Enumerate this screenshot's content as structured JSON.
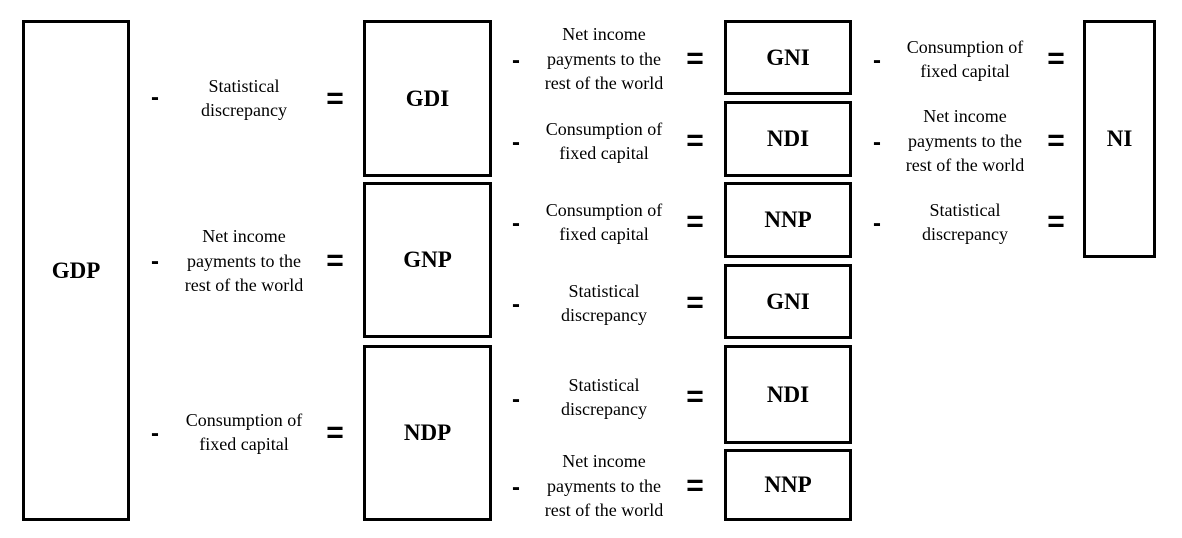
{
  "operators": {
    "minus": "-",
    "equals": "="
  },
  "boxes": {
    "gdp": "GDP",
    "gdi": "GDI",
    "gnp": "GNP",
    "ndp": "NDP",
    "gni_top": "GNI",
    "ndi_top": "NDI",
    "nnp_top": "NNP",
    "gni_bottom": "GNI",
    "ndi_bottom": "NDI",
    "nnp_bottom": "NNP",
    "ni": "NI"
  },
  "labels": {
    "gdp_to_gdi": "Statistical\ndiscrepancy",
    "gdp_to_gnp": "Net income\npayments to the\nrest of the world",
    "gdp_to_ndp": "Consumption of\nfixed capital",
    "gdi_to_gni": "Net income\npayments to the\nrest of the world",
    "gdi_to_ndi": "Consumption of\nfixed capital",
    "gnp_to_nnp": "Consumption of\nfixed capital",
    "gnp_to_gni": "Statistical\ndiscrepancy",
    "ndp_to_ndi": "Statistical\ndiscrepancy",
    "ndp_to_nnp": "Net income\npayments to the\nrest of the world",
    "gni_to_ni": "Consumption of\nfixed capital",
    "ndi_to_ni": "Net income\npayments to the\nrest of the world",
    "nnp_to_ni": "Statistical\ndiscrepancy"
  }
}
